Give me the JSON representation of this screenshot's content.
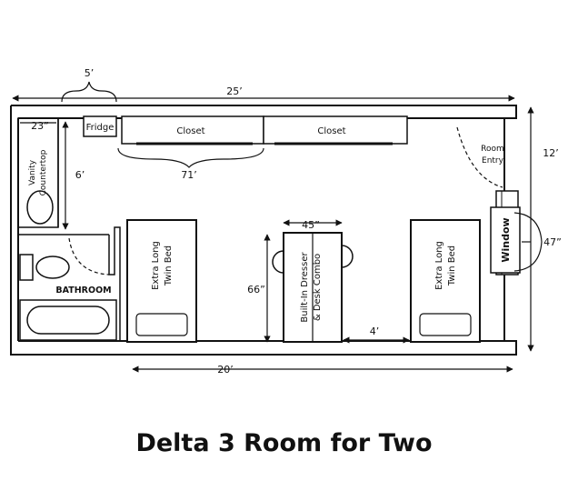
{
  "title": "Delta 3 Room for Two",
  "dimensions": {
    "top_width": "25’",
    "bottom_width": "20’",
    "right_height": "12’",
    "hallway_width": "5’",
    "vanity_width": "23”",
    "hallway_length": "6’",
    "closet_span": "71’",
    "dresser_width": "45”",
    "dresser_height": "66”",
    "bed_gap": "4’",
    "window_width": "47”"
  },
  "labels": {
    "fridge": "Fridge",
    "closet_left": "Closet",
    "closet_right": "Closet",
    "room_entry_1": "Room",
    "room_entry_2": "Entry",
    "vanity_1": "Vanity",
    "vanity_2": "Countertop",
    "bathroom": "BATHROOM",
    "bed_left_1": "Extra Long",
    "bed_left_2": "Twin Bed",
    "bed_right_1": "Extra Long",
    "bed_right_2": "Twin Bed",
    "dresser_1": "Built-In Dresser",
    "dresser_2": "& Desk Combo",
    "window": "Window"
  }
}
